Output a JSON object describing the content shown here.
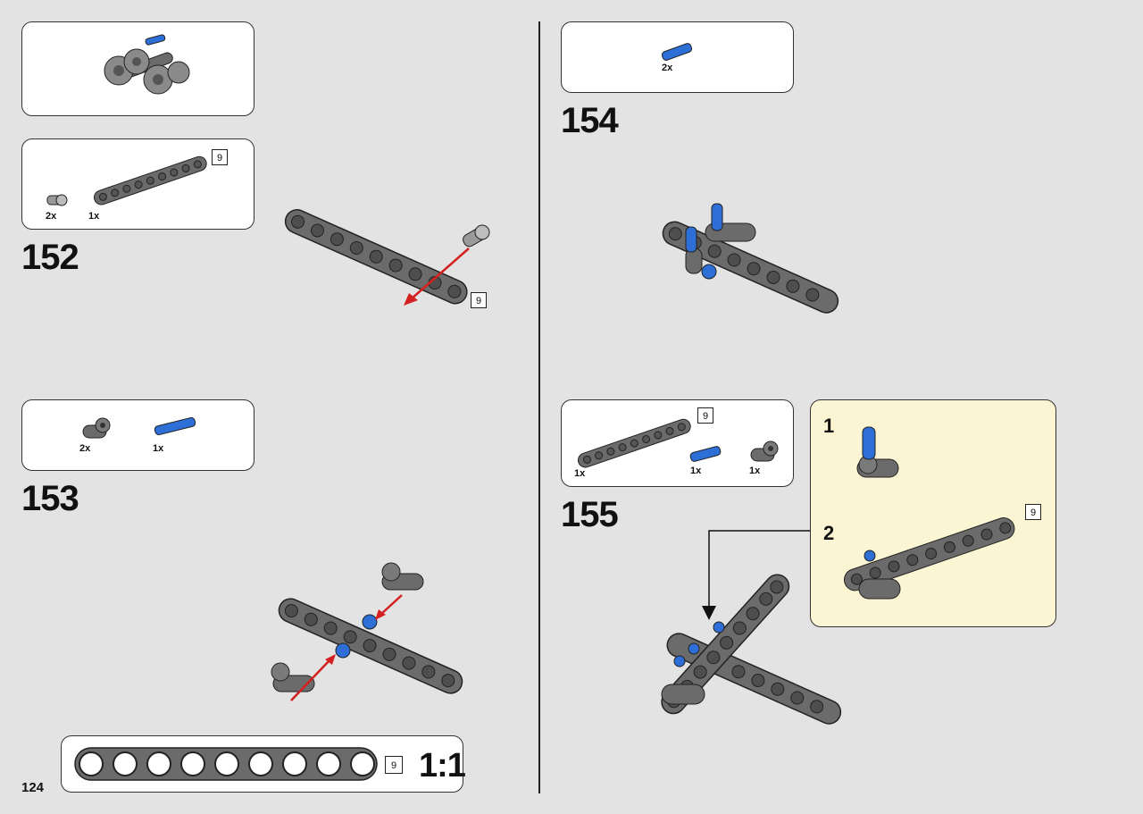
{
  "page_number": "124",
  "steps": [
    {
      "number": "152",
      "parts": [
        {
          "qty": "2x"
        },
        {
          "qty": "1x"
        }
      ],
      "badge": "9",
      "callout_badge": "9"
    },
    {
      "number": "153",
      "parts": [
        {
          "qty": "2x"
        },
        {
          "qty": "1x"
        }
      ]
    },
    {
      "number": "154",
      "parts": [
        {
          "qty": "2x"
        }
      ]
    },
    {
      "number": "155",
      "parts": [
        {
          "qty": "1x"
        },
        {
          "qty": "1x"
        },
        {
          "qty": "1x"
        }
      ],
      "badge": "9",
      "substeps": [
        {
          "label": "1"
        },
        {
          "label": "2",
          "badge": "9"
        }
      ]
    }
  ],
  "ruler": {
    "badge": "9",
    "scale": "1:1",
    "holes": 9
  },
  "colors": {
    "beam": "#6b6b6b",
    "pin_blue": "#2d6fd6",
    "arrow": "#d42020",
    "callout_bg": "#fcf5d4"
  }
}
